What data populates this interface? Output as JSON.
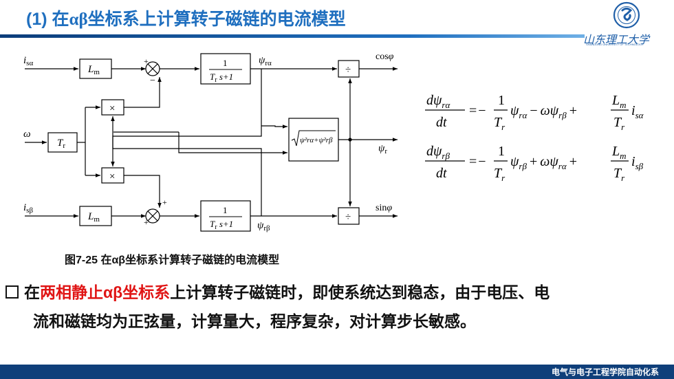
{
  "header": {
    "title_prefix": "(1) 在",
    "title_greek": "αβ",
    "title_suffix": "坐标系上计算转子磁链的电流模型",
    "logo_text": "山东理工大学",
    "logo_subtext": "SHANDONG UNIVERSITY OF TECHNOLOGY"
  },
  "diagram": {
    "inputs": {
      "isa": "i",
      "isa_sub": "sα",
      "omega": "ω",
      "isb": "i",
      "isb_sub": "sβ"
    },
    "blocks": {
      "lm": "L",
      "lm_sub": "m",
      "tr": "T",
      "tr_sub": "r",
      "tf_num": "1",
      "tf_den_pre": "T",
      "tf_den_sub": "r",
      "tf_den_post": " s+1",
      "mult": "×",
      "div": "÷",
      "sqrt_expr": "ψ²rα+ψ²rβ"
    },
    "signals": {
      "psi_ra": "ψ",
      "psi_ra_sub": "rα",
      "psi_rb": "ψ",
      "psi_rb_sub": "rβ",
      "psi_r": "ψ",
      "psi_r_sub": "r",
      "cos": "cos",
      "sin": "sin",
      "phi": "φ"
    },
    "signs": {
      "plus": "+",
      "minus": "−"
    }
  },
  "equations": {
    "d": "d",
    "dt": "dt",
    "one": "1",
    "psi": "ψ",
    "ra": "rα",
    "rb": "rβ",
    "T": "T",
    "r": "r",
    "L": "L",
    "m": "m",
    "i": "i",
    "sa": "sα",
    "sb": "sβ",
    "minus": "−",
    "plus": "+",
    "eq": "=",
    "omega": "ω"
  },
  "caption": "图7-25  在αβ坐标系计算转子磁链的电流模型",
  "bullet": {
    "pre": "在",
    "highlight": "两相静止αβ坐标系",
    "post_line1": "上计算转子磁链时，即使系统达到稳态，由于电压、电",
    "line2": "流和磁链均为正弦量，计算量大，程序复杂，对计算步长敏感。"
  },
  "footer": "电气与电子工程学院自动化系",
  "colors": {
    "title": "#1f6fbf",
    "footer_bg": "#0f3f7a",
    "highlight": "#e01515"
  }
}
